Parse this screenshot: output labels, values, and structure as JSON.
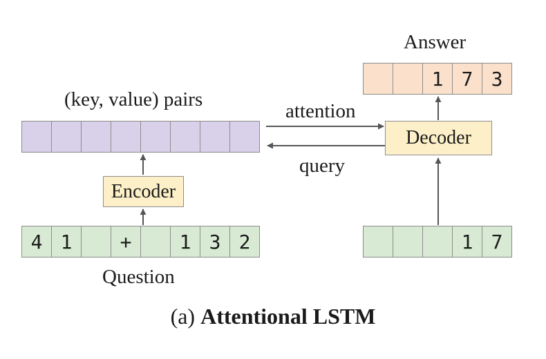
{
  "labels": {
    "answer": "Answer",
    "pairs": "(key, value) pairs",
    "attention": "attention",
    "query": "query",
    "question": "Question"
  },
  "encoder": {
    "label": "Encoder"
  },
  "decoder": {
    "label": "Decoder"
  },
  "rows": {
    "keys": [
      "",
      "",
      "",
      "",
      "",
      "",
      "",
      ""
    ],
    "question": [
      "4",
      "1",
      "",
      "+",
      "",
      "1",
      "3",
      "2"
    ],
    "decoder_input": [
      "",
      "",
      "",
      "1",
      "7"
    ],
    "answer": [
      "",
      "",
      "1",
      "7",
      "3"
    ]
  },
  "caption": {
    "prefix": "(a) ",
    "title": "Attentional LSTM"
  },
  "colors": {
    "keys_fill": "#d9d1ea",
    "input_fill": "#d8ead3",
    "answer_fill": "#fbe1cc",
    "box_fill": "#fdf0c8",
    "arrow": "#555555"
  }
}
